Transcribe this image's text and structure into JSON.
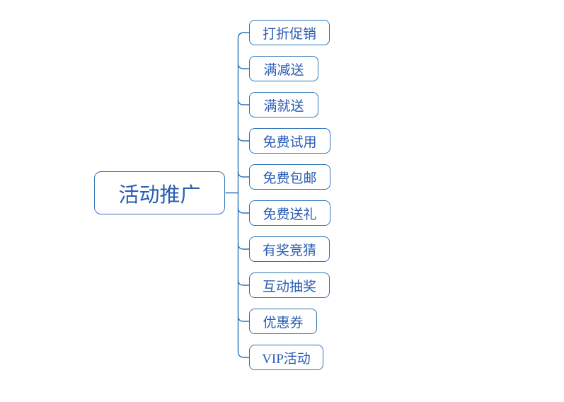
{
  "diagram": {
    "type": "mindmap",
    "orientation": "right",
    "root": {
      "label": "活动推广"
    },
    "children": [
      {
        "label": "打折促销"
      },
      {
        "label": "满减送"
      },
      {
        "label": "满就送"
      },
      {
        "label": "免费试用"
      },
      {
        "label": "免费包邮"
      },
      {
        "label": "免费送礼"
      },
      {
        "label": "有奖竞猜"
      },
      {
        "label": "互动抽奖"
      },
      {
        "label": "优惠券"
      },
      {
        "label": "VIP活动"
      }
    ],
    "colors": {
      "node_border": "#2E75B6",
      "node_text": "#2A5CB4",
      "connector": "#2E75B6",
      "background": "#FFFFFF"
    }
  }
}
